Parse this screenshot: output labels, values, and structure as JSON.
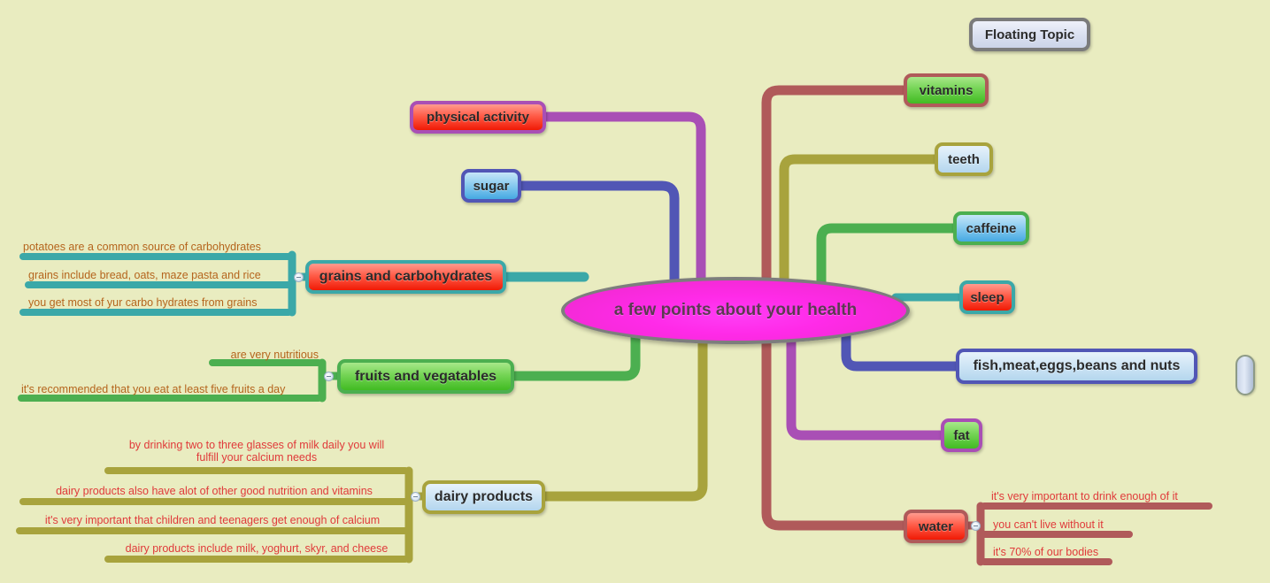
{
  "background_color": "#e9ecc0",
  "central": {
    "label": "a few points about your health",
    "fill": "#ff2ae8",
    "border_color": "#7d7d7d",
    "text_color": "#5c3a52"
  },
  "floating": {
    "label": "Floating Topic",
    "fill": "#d9dff0",
    "border_color": "#7b7b7b"
  },
  "left_branches": [
    {
      "label": "physical activity",
      "fill": "red",
      "border_color": "#a94fb5",
      "line_color": "#a94fb5",
      "children": []
    },
    {
      "label": "sugar",
      "fill": "blue",
      "border_color": "#5156b5",
      "line_color": "#5156b5",
      "children": []
    },
    {
      "label": "grains and carbohydrates",
      "fill": "red",
      "border_color": "#3ba8a8",
      "line_color": "#3ba8a8",
      "text_color": "#b5651d",
      "children": [
        "potatoes are a common source of carbohydrates",
        "grains include bread, oats, maze pasta and rice",
        "you get most of yur carbo hydrates from grains"
      ]
    },
    {
      "label": "fruits and vegatables",
      "fill": "green",
      "border_color": "#4caf50",
      "line_color": "#4caf50",
      "text_color": "#b5651d",
      "children": [
        "are very nutritious",
        "it's recommended that you eat at least five fruits a day"
      ]
    },
    {
      "label": "dairy products",
      "fill": "paleblue",
      "border_color": "#a8a33d",
      "line_color": "#a8a33d",
      "text_color": "#e03a3a",
      "children": [
        "by drinking two to three glasses of milk daily you will",
        "fulfill your calcium needs",
        "dairy products also have alot of other good nutrition and vitamins",
        "it's very important that children and teenagers get enough of calcium",
        "dairy products include milk, yoghurt, skyr, and cheese"
      ]
    }
  ],
  "right_branches": [
    {
      "label": "vitamins",
      "fill": "green",
      "border_color": "#b05a5a",
      "line_color": "#b05a5a",
      "children": []
    },
    {
      "label": "teeth",
      "fill": "paleblue",
      "border_color": "#a8a33d",
      "line_color": "#a8a33d",
      "children": []
    },
    {
      "label": "caffeine",
      "fill": "blue",
      "border_color": "#4caf50",
      "line_color": "#4caf50",
      "children": []
    },
    {
      "label": "sleep",
      "fill": "red",
      "border_color": "#3ba8a8",
      "line_color": "#3ba8a8",
      "children": []
    },
    {
      "label": "fish,meat,eggs,beans and nuts",
      "fill": "paleblue",
      "border_color": "#5156b5",
      "line_color": "#5156b5",
      "children": []
    },
    {
      "label": "fat",
      "fill": "green",
      "border_color": "#a94fb5",
      "line_color": "#a94fb5",
      "children": []
    },
    {
      "label": "water",
      "fill": "red",
      "border_color": "#b05a5a",
      "line_color": "#b05a5a",
      "text_color": "#e03a3a",
      "children": [
        "it's very important to drink enough of it",
        "you can't live without it",
        "it's 70% of our bodies"
      ]
    }
  ],
  "scrollbar": {
    "name": "vertical-scrollbar-thumb"
  }
}
